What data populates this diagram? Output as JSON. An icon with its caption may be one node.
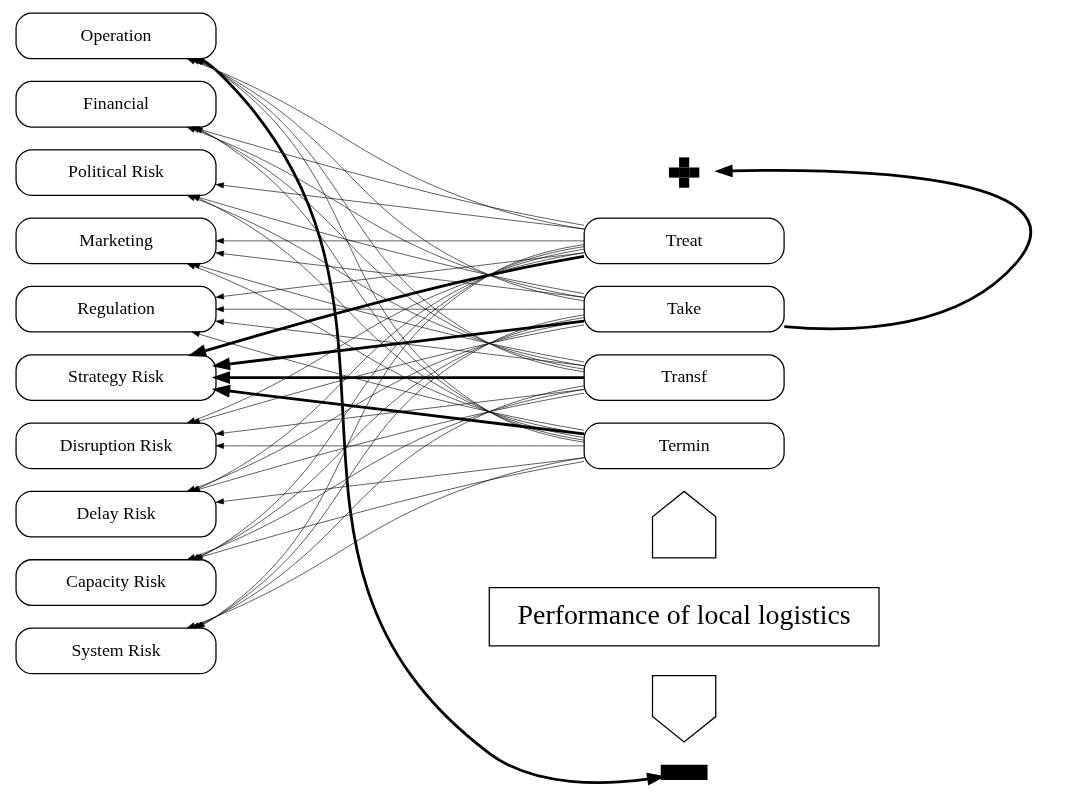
{
  "diagram": {
    "nodes": [
      {
        "text": [
          "Disruption Risk"
        ]
      },
      {
        "text": [
          "Delay Risk"
        ]
      },
      {
        "text": [
          "Capacity Risk"
        ]
      },
      {
        "text": [
          "System Risk"
        ]
      },
      {
        "text": [
          "Operation"
        ]
      },
      {
        "text": [
          "Financial"
        ]
      },
      {
        "text": [
          "Political Risk"
        ]
      },
      {
        "text": [
          "Marketing"
        ]
      },
      {
        "text": [
          "Regulation"
        ]
      },
      {
        "text": [
          "Strategy Risk"
        ]
      },
      {
        "text": [
          "Treat"
        ]
      },
      {
        "text": [
          "Take"
        ]
      },
      {
        "text": [
          "Transf"
        ]
      },
      {
        "text": [
          "Termin"
        ]
      },
      {
        "text": [],
        "shape": "minus"
      },
      {
        "text": [],
        "shape": "arrow"
      },
      {
        "text": [
          "Performance of local logistics"
        ]
      },
      {
        "text": [],
        "shape": "arrow"
      },
      {
        "text": [],
        "shape": "plus"
      }
    ],
    "edges": [
      {
        "from": 10,
        "to": 0,
        "arrow": "to"
      },
      {
        "from": 10,
        "to": 1,
        "arrow": "to"
      },
      {
        "from": 10,
        "to": 2,
        "arrow": "to"
      },
      {
        "from": 10,
        "to": 3,
        "arrow": "to"
      },
      {
        "from": 10,
        "to": 4,
        "arrow": "to"
      },
      {
        "from": 10,
        "to": 5,
        "arrow": "to"
      },
      {
        "from": 10,
        "to": 6,
        "arrow": "to"
      },
      {
        "from": 10,
        "to": 7,
        "arrow": "to"
      },
      {
        "from": 10,
        "to": 8,
        "arrow": "to"
      },
      {
        "from": 10,
        "to": 9,
        "arrow": "to",
        "style": "thick"
      },
      {
        "from": 11,
        "to": 0,
        "arrow": "to"
      },
      {
        "from": 11,
        "to": 1,
        "arrow": "to"
      },
      {
        "from": 11,
        "to": 2,
        "arrow": "to"
      },
      {
        "from": 11,
        "to": 3,
        "arrow": "to"
      },
      {
        "from": 11,
        "to": 4,
        "arrow": "to"
      },
      {
        "from": 11,
        "to": 5,
        "arrow": "to"
      },
      {
        "from": 11,
        "to": 6,
        "arrow": "to"
      },
      {
        "from": 11,
        "to": 7,
        "arrow": "to"
      },
      {
        "from": 11,
        "to": 8,
        "arrow": "to"
      },
      {
        "from": 11,
        "to": 9,
        "arrow": "to",
        "style": "thick"
      },
      {
        "from": 12,
        "to": 0,
        "arrow": "to"
      },
      {
        "from": 12,
        "to": 1,
        "arrow": "to"
      },
      {
        "from": 12,
        "to": 2,
        "arrow": "to"
      },
      {
        "from": 12,
        "to": 3,
        "arrow": "to"
      },
      {
        "from": 12,
        "to": 4,
        "arrow": "to"
      },
      {
        "from": 12,
        "to": 5,
        "arrow": "to"
      },
      {
        "from": 12,
        "to": 6,
        "arrow": "to"
      },
      {
        "from": 12,
        "to": 7,
        "arrow": "to"
      },
      {
        "from": 12,
        "to": 8,
        "arrow": "to"
      },
      {
        "from": 12,
        "to": 9,
        "arrow": "to",
        "style": "thick"
      },
      {
        "from": 13,
        "to": 0,
        "arrow": "to"
      },
      {
        "from": 13,
        "to": 1,
        "arrow": "to"
      },
      {
        "from": 13,
        "to": 2,
        "arrow": "to"
      },
      {
        "from": 13,
        "to": 3,
        "arrow": "to"
      },
      {
        "from": 13,
        "to": 4,
        "arrow": "to"
      },
      {
        "from": 13,
        "to": 5,
        "arrow": "to"
      },
      {
        "from": 13,
        "to": 6,
        "arrow": "to"
      },
      {
        "from": 13,
        "to": 7,
        "arrow": "to"
      },
      {
        "from": 13,
        "to": 8,
        "arrow": "to"
      },
      {
        "from": 13,
        "to": 9,
        "arrow": "to",
        "style": "thick"
      },
      {
        "from": 4,
        "to": 14,
        "arrow": "to",
        "style": "thick"
      },
      {
        "from": 11,
        "to": 18,
        "arrow": "to",
        "style": "thick"
      }
    ]
  }
}
